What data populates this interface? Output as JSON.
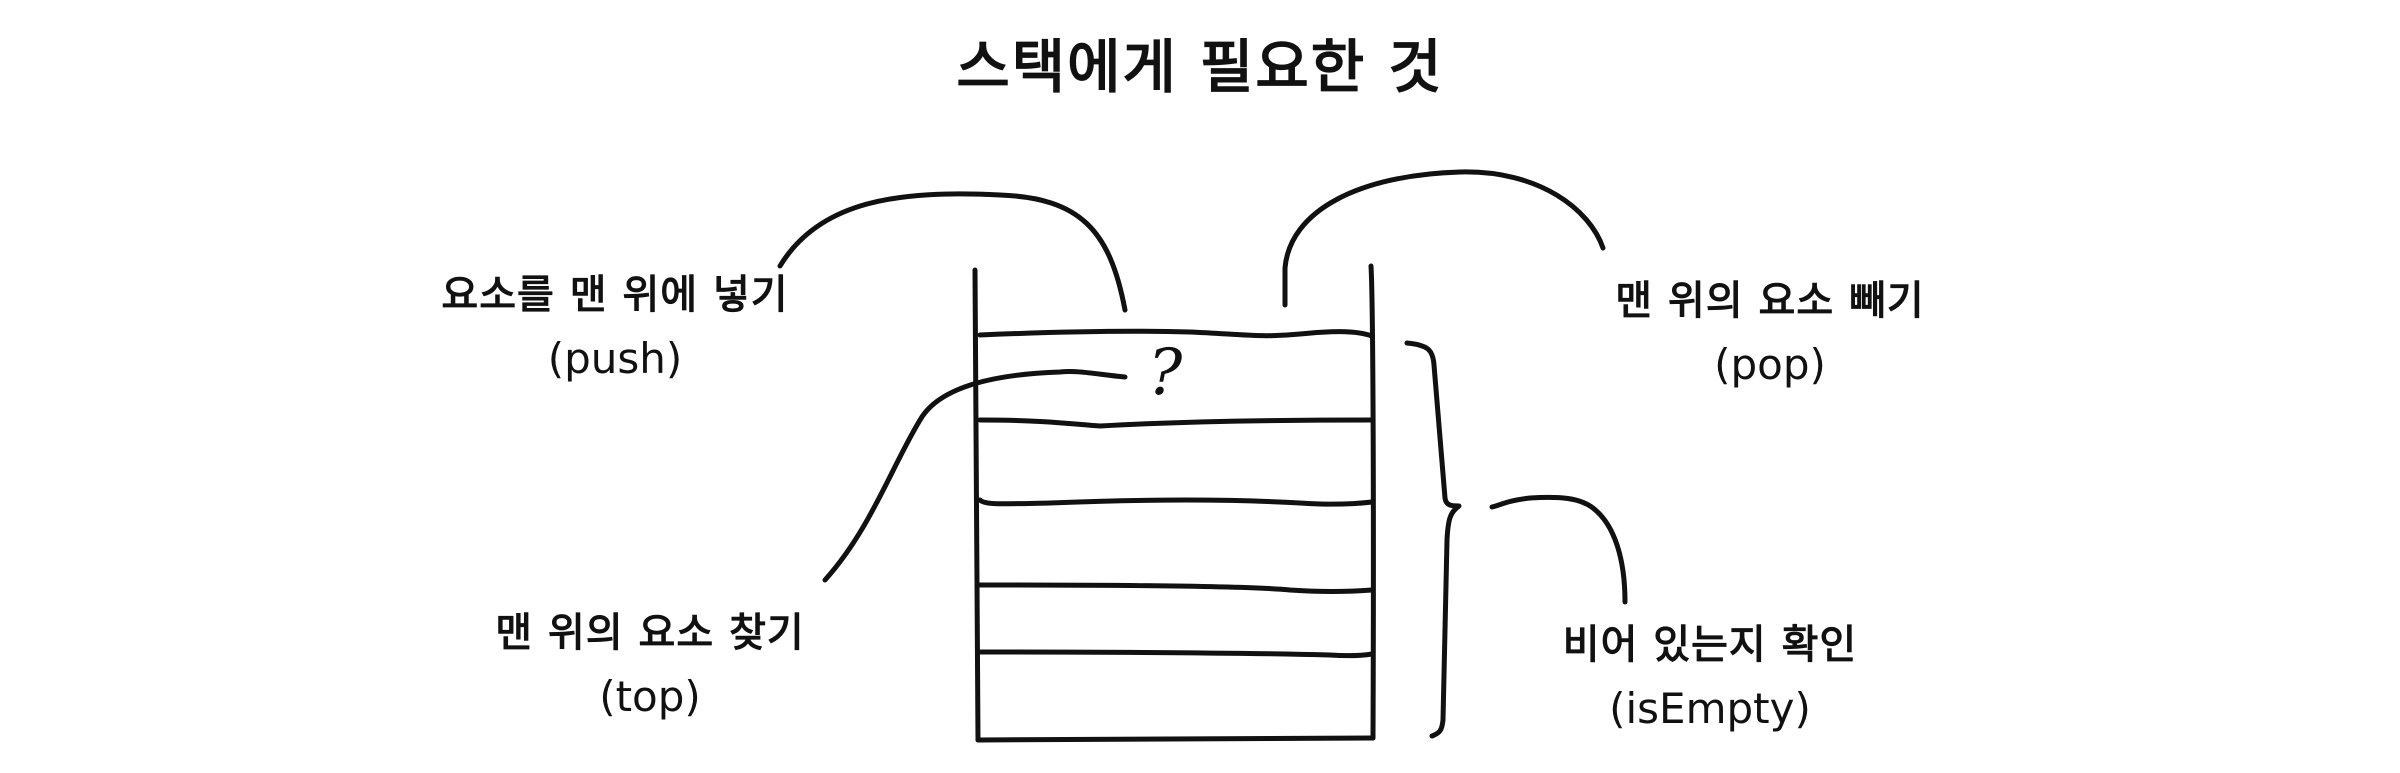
{
  "title": "스택에게 필요한 것",
  "stack": {
    "slot_count": 5,
    "top_marker": "?"
  },
  "operations": {
    "push": {
      "description": "요소를 맨 위에 넣기",
      "name": "(push)"
    },
    "pop": {
      "description": "맨 위의 요소 빼기",
      "name": "(pop)"
    },
    "top": {
      "description": "맨 위의 요소 찾기",
      "name": "(top)"
    },
    "isEmpty": {
      "description": "비어 있는지 확인",
      "name": "(isEmpty)"
    }
  },
  "colors": {
    "ink": "#111111",
    "background": "#ffffff"
  }
}
